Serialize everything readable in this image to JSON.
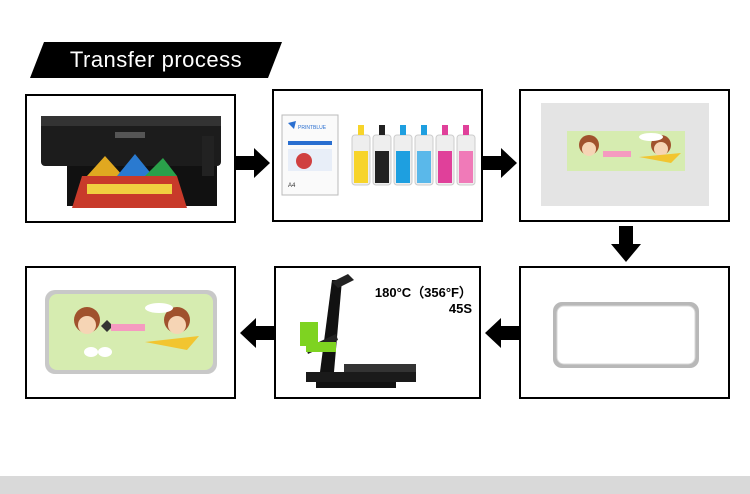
{
  "title": "Transfer process",
  "steps": [
    {
      "name": "Printer printing the design"
    },
    {
      "name": "Sublimation paper and ink bottles"
    },
    {
      "name": "Printed transfer sheet"
    },
    {
      "name": "Blank white metal plate"
    },
    {
      "name": "Heat press machine"
    },
    {
      "name": "Finished printed plate"
    }
  ],
  "press": {
    "temperature": "180°C（356°F）",
    "time": "45S"
  },
  "paper_brand": "PRINTBLUE",
  "paper_size": "A4",
  "ink_colors": [
    "#f7d42a",
    "#222222",
    "#1e9fe0",
    "#1e9fe0",
    "#e0409a",
    "#e0409a"
  ],
  "colors": {
    "accent_green": "#7ed321",
    "banner": "#000000",
    "footer": "#d9d9d9"
  }
}
